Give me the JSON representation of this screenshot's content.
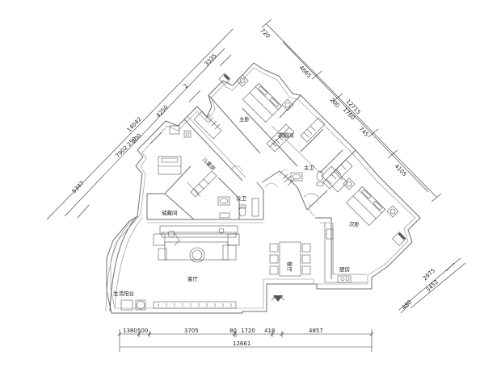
{
  "rooms": {
    "master_bedroom": "主卧",
    "cloakroom": "衣帽间",
    "master_bath": "主卫",
    "bedroom2": "次卧",
    "child_room": "儿童房",
    "guest_bath": "公卫",
    "storage": "储藏间",
    "living_room": "客厅",
    "dining": "餐厅",
    "kitchen": "厨房",
    "balcony": "生活阳台"
  },
  "dimensions": {
    "bottom": [
      "1380",
      "500",
      "3705",
      "80",
      "1720",
      "418",
      "4857"
    ],
    "bottom_total": "12661",
    "left_upper": "3335",
    "left_mid": "4250",
    "left_small_a": "2",
    "left_small_b": "200",
    "left_small_c": "250",
    "left_total_a": "14042",
    "left_total_b": "7902",
    "left_lower": "5347",
    "right_a": "720",
    "right_b": "4665",
    "right_c": "200",
    "right_d": "1760",
    "right_e": "745",
    "right_total": "12715",
    "right_f": "4105",
    "right_small_a": "2975",
    "right_small_b": "3452",
    "right_small_c": "480"
  }
}
